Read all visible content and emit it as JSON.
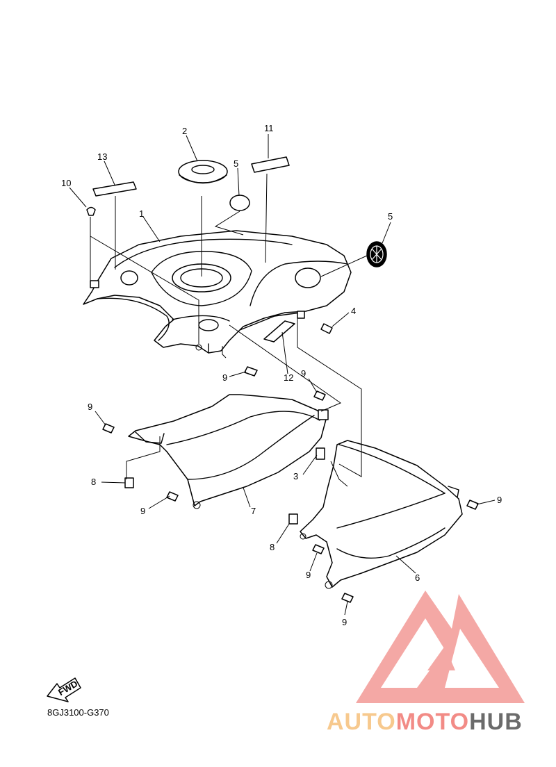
{
  "callouts": [
    {
      "id": "c1",
      "label": "1"
    },
    {
      "id": "c2",
      "label": "2"
    },
    {
      "id": "c11",
      "label": "11"
    },
    {
      "id": "c13",
      "label": "13"
    },
    {
      "id": "c5a",
      "label": "5"
    },
    {
      "id": "c10",
      "label": "10"
    },
    {
      "id": "c5b",
      "label": "5"
    },
    {
      "id": "c4",
      "label": "4"
    },
    {
      "id": "c9a",
      "label": "9"
    },
    {
      "id": "c12",
      "label": "12"
    },
    {
      "id": "c9b",
      "label": "9"
    },
    {
      "id": "c9c",
      "label": "9"
    },
    {
      "id": "c8a",
      "label": "8"
    },
    {
      "id": "c3",
      "label": "3"
    },
    {
      "id": "c9d",
      "label": "9"
    },
    {
      "id": "c7",
      "label": "7"
    },
    {
      "id": "c9e",
      "label": "9"
    },
    {
      "id": "c8b",
      "label": "8"
    },
    {
      "id": "c9f",
      "label": "9"
    },
    {
      "id": "c6",
      "label": "6"
    },
    {
      "id": "c9g",
      "label": "9"
    }
  ],
  "fwd_label": "FWD",
  "diagram_code": "8GJ3100-G370",
  "watermark": {
    "part1": "AUTO",
    "part2": "MOTO",
    "part3": "HUB",
    "colors": {
      "auto": "#f7c98e",
      "moto": "#f28b86",
      "hub": "#6b6b6b",
      "logo": "#f39a96"
    }
  }
}
